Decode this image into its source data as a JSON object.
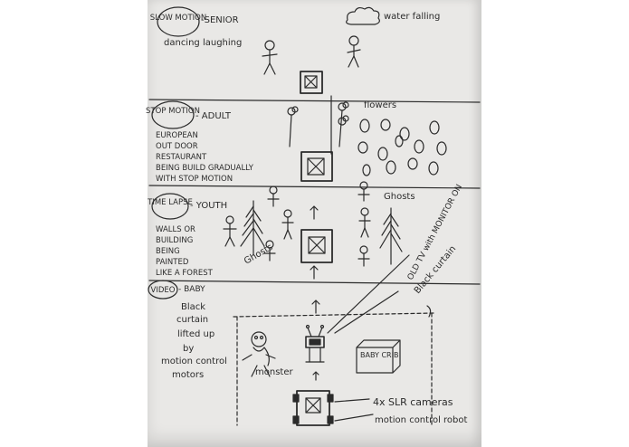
{
  "sections": [
    {
      "label": "SLOW MOTION",
      "stage": "SENIOR",
      "notes": [
        "dancing laughing"
      ],
      "annotations": [
        "water falling"
      ]
    },
    {
      "label": "STOP MOTION",
      "stage": "ADULT",
      "notes": [
        "EUROPEAN",
        "OUT DOOR",
        "RESTAURANT",
        "BEING BUILD GRADUALLY",
        "WITH STOP MOTION"
      ],
      "annotations": [
        "flowers"
      ]
    },
    {
      "label": "TIME LAPSE",
      "stage": "YOUTH",
      "notes": [
        "WALLS OR",
        "BUILDING",
        "BEING",
        "PAINTED",
        "LIKE A FOREST"
      ],
      "annotations": [
        "Ghosts",
        "Ghosts",
        "OLD TV with MONITOR ON"
      ]
    },
    {
      "label": "VIDEO",
      "stage": "BABY",
      "notes": [
        "Black",
        "curtain",
        "lifted up",
        "by",
        "motion control",
        "motors"
      ],
      "annotations": [
        "Black curtain",
        "monster",
        "BABY CRIB",
        "4x SLR cameras",
        "motion control robot"
      ]
    }
  ]
}
